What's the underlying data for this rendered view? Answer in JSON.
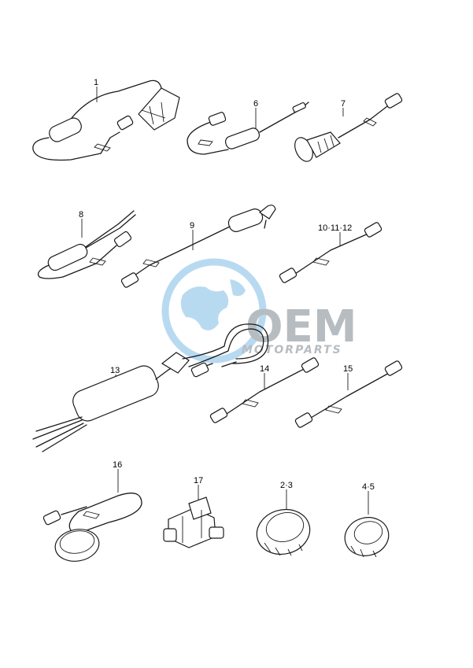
{
  "parts": [
    {
      "id": "p1",
      "label": "1"
    },
    {
      "id": "p6",
      "label": "6"
    },
    {
      "id": "p7",
      "label": "7"
    },
    {
      "id": "p8",
      "label": "8"
    },
    {
      "id": "p9",
      "label": "9"
    },
    {
      "id": "p10",
      "label": "10·11·12"
    },
    {
      "id": "p13",
      "label": "13"
    },
    {
      "id": "p14",
      "label": "14"
    },
    {
      "id": "p15",
      "label": "15"
    },
    {
      "id": "p16",
      "label": "16"
    },
    {
      "id": "p17",
      "label": "17"
    },
    {
      "id": "p23",
      "label": "2·3"
    },
    {
      "id": "p45",
      "label": "4·5"
    }
  ],
  "watermark": {
    "brand": "OEM",
    "tagline": "MOTORPARTS",
    "colors": {
      "globe": "#7fbde6",
      "text": "#7d8790"
    }
  }
}
